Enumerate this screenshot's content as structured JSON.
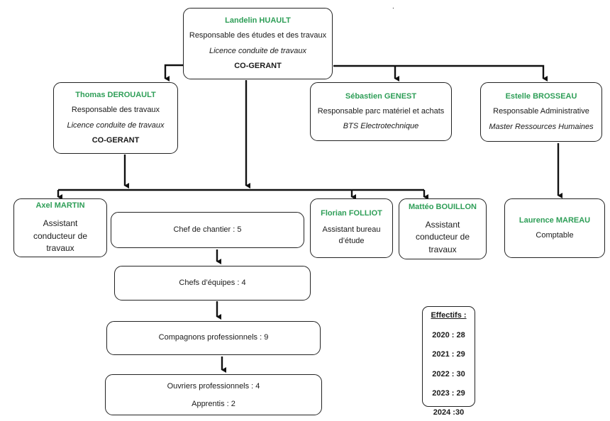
{
  "top": {
    "name": "Landelin HUAULT",
    "role": "Responsable des études et des travaux",
    "diploma": "Licence conduite de travaux",
    "status": "CO-GERANT"
  },
  "managers": {
    "derouault": {
      "name": "Thomas DEROUAULT",
      "role": "Responsable des travaux",
      "diploma": "Licence conduite de travaux",
      "status": "CO-GERANT"
    },
    "genest": {
      "name": "Sébastien GENEST",
      "role": "Responsable parc matériel et achats",
      "diploma": "BTS Electrotechnique"
    },
    "brosseau": {
      "name": "Estelle BROSSEAU",
      "role": "Responsable Administrative",
      "diploma": "Master Ressources Humaines"
    }
  },
  "staff": {
    "martin": {
      "name": "Axel MARTIN",
      "role": "Assistant conducteur de travaux"
    },
    "folliot": {
      "name": "Florian FOLLIOT",
      "role": "Assistant bureau d’étude"
    },
    "bouillon": {
      "name": "Mattéo BOUILLON",
      "role": "Assistant conducteur de travaux"
    },
    "mareau": {
      "name": "Laurence MAREAU",
      "role": "Comptable"
    }
  },
  "site_teams": {
    "chef_chantier": "Chef de chantier : 5",
    "chefs_equipes": "Chefs d’équipes : 4",
    "compagnons": "Compagnons professionnels : 9",
    "ouvriers": "Ouvriers professionnels : 4",
    "apprentis": "Apprentis : 2"
  },
  "effectifs": {
    "title": "Effectifs :",
    "rows": [
      "2020 : 28",
      "2021 : 29",
      "2022 : 30",
      "2023 : 29",
      "2024 :30"
    ]
  },
  "colors": {
    "name_green": "#2e9e57",
    "line": "#111111"
  }
}
